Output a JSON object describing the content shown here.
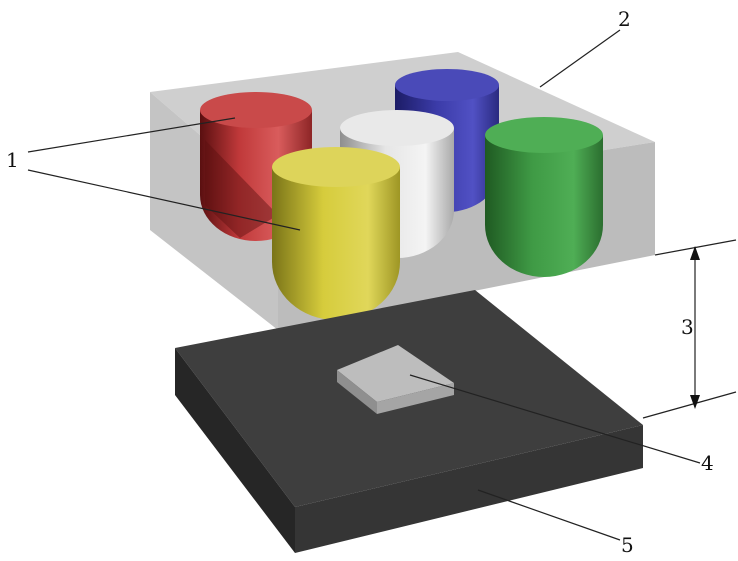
{
  "labels": {
    "cups": "1",
    "tray": "2",
    "gap": "3",
    "sample": "4",
    "base": "5"
  },
  "colors": {
    "cup_red": "#c0393a",
    "cup_blue": "#3b3ba8",
    "cup_white": "#d9d9d9",
    "cup_green": "#3f9a45",
    "cup_yellow": "#d6cc3c",
    "tray": "#c4c4c4",
    "base": "#3e3e3e",
    "sample": "#bdbdbd"
  }
}
